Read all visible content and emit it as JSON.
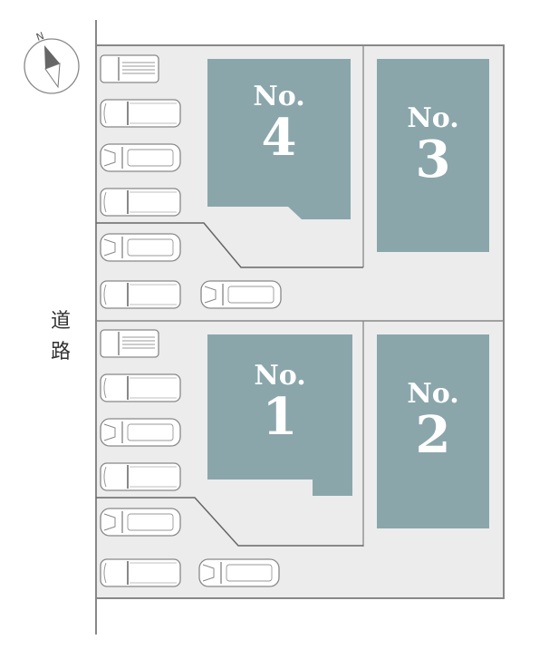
{
  "compass": {
    "label": "N",
    "icon": "north-arrow-icon"
  },
  "road": {
    "label_line1": "道",
    "label_line2": "路"
  },
  "colors": {
    "lot_fill": "#8aa6ab",
    "ground": "#ececec",
    "line": "#777777",
    "background": "#ffffff"
  },
  "lots": [
    {
      "id": "lot-4",
      "prefix": "No.",
      "number": "4"
    },
    {
      "id": "lot-3",
      "prefix": "No.",
      "number": "3"
    },
    {
      "id": "lot-1",
      "prefix": "No.",
      "number": "1"
    },
    {
      "id": "lot-2",
      "prefix": "No.",
      "number": "2"
    }
  ],
  "parking": {
    "cars_per_block": 7,
    "blocks": 2
  }
}
